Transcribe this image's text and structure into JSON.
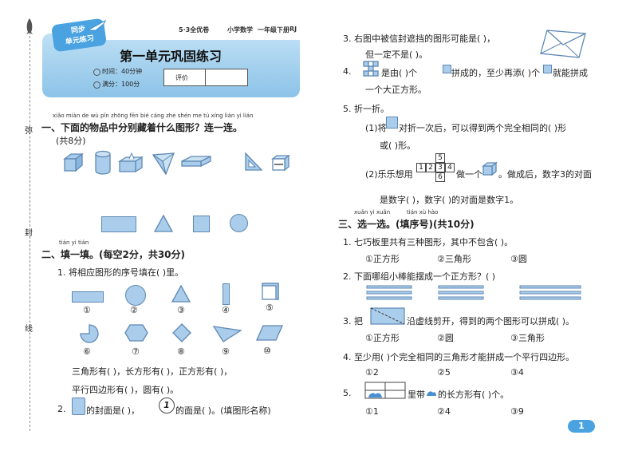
{
  "header": {
    "badge_line1": "同步",
    "badge_line2": "单元练习",
    "series": "5·3全优卷",
    "subject": "小学数学",
    "grade": "一年级下册",
    "edition": "RJ",
    "title": "第一单元巩固练习",
    "time": "时间：40分钟",
    "score": "满分：100分",
    "eval_label": "评价"
  },
  "margin": {
    "a": "弥",
    "b": "封",
    "c": "线"
  },
  "section1": {
    "pinyin": "xiǎo miàn de wù pǐn zhōng fēn bié cáng zhe shén me tú xíng   lián yi lián",
    "title": "一、下面的物品中分别藏着什么图形？连一连。",
    "points": "(共8分)"
  },
  "section2": {
    "pinyin": "tián yi tián",
    "title": "二、填一填。(每空2分，共30分)",
    "q1": "1. 将相应图形的序号填在(     )里。",
    "labels": [
      "①",
      "②",
      "③",
      "④",
      "⑤",
      "⑥",
      "⑦",
      "⑧",
      "⑨",
      "⑩"
    ],
    "q1_line1a": "三角形有(          )，长方形有(          )，正方形有(          )，",
    "q1_line2": "平行四边形有(          )，圆有(          )。",
    "q2a": "2.",
    "q2b": "的封面是(          )，",
    "q2c": "的面是(          )。(填图形名称)"
  },
  "right": {
    "q3a": "3. 右图中被信封遮挡的图形可能是(          )，",
    "q3b": "但一定不是(          )。",
    "q4a": "4.",
    "q4b": "是由(     )个",
    "q4c": "拼成的，至少再添(     )个",
    "q4d": "就能拼成",
    "q4e": "一个大正方形。",
    "q5": "5. 折一折。",
    "q5_1a": "(1)将",
    "q5_1b": "对折一次后，可以得到两个完全相同的(          )形",
    "q5_1c": "或(     )形。",
    "q5_2a": "(2)乐乐想用",
    "q5_2b": "做一个",
    "q5_2c": "。做成后，数字3的对面",
    "q5_2d": "是数字(     )，数字(     )的对面是数字1。",
    "net": [
      "1",
      "2",
      "3",
      "4",
      "5",
      "6"
    ]
  },
  "section3": {
    "pinyin1": "xuǎn yi xuǎn",
    "pinyin2": "tián xù hào",
    "title": "三、选一选。(填序号)(共10分)",
    "q1": "1. 七巧板里共有三种图形，其中不包含(     )。",
    "q1_opts": [
      "①正方形",
      "②三角形",
      "③圆"
    ],
    "q2": "2. 下面哪组小棒能摆成一个正方形？(     )",
    "q3a": "3. 把",
    "q3b": "沿虚线剪开，得到的两个图形可以拼成(     )。",
    "q3_opts": [
      "①正方形",
      "②圆",
      "③三角形"
    ],
    "q4": "4. 至少用(     )个完全相同的三角形才能拼成一个平行四边形。",
    "q4_opts": [
      "①2",
      "②5",
      "③4"
    ],
    "q5a": "5.",
    "q5b": "里带",
    "q5c": "的长方形有(     )个。",
    "q5_opts": [
      "①1",
      "②4",
      "③9"
    ]
  },
  "page_number": "1"
}
